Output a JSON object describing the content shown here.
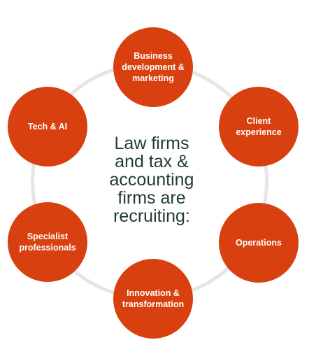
{
  "colors": {
    "node_fill": "#d84010",
    "ring": "#e6e6e6",
    "title_text": "#1f3d2c"
  },
  "center": {
    "lines": [
      "Law firms",
      "and tax &",
      "accounting",
      "firms are",
      "recruiting:"
    ]
  },
  "nodes": [
    {
      "id": "business",
      "lines": [
        "Business",
        "development &",
        "marketing"
      ]
    },
    {
      "id": "client",
      "lines": [
        "Client",
        "experience"
      ]
    },
    {
      "id": "operations",
      "lines": [
        "Operations"
      ]
    },
    {
      "id": "innovation",
      "lines": [
        "Innovation &",
        "transformation"
      ]
    },
    {
      "id": "specialist",
      "lines": [
        "Specialist",
        "professionals"
      ]
    },
    {
      "id": "tech",
      "lines": [
        "Tech & AI"
      ]
    }
  ]
}
